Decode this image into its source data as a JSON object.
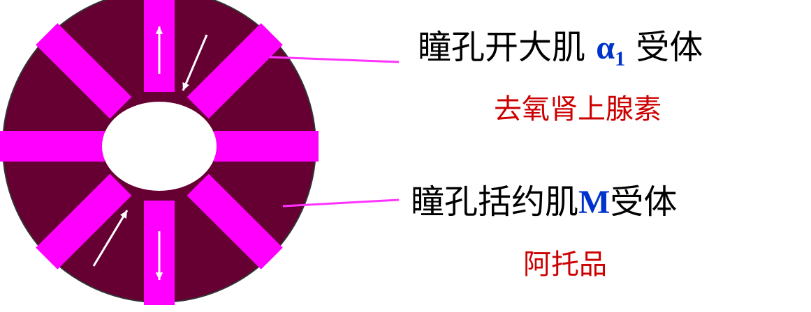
{
  "colors": {
    "muscle_ring": "#660033",
    "dilator_band": "#ff00ff",
    "pupil": "#ffffff",
    "arrow": "#ffffff",
    "leader_line": "#ff33ff",
    "label_text": "#000000",
    "receptor_accent": "#0033cc",
    "drug_text": "#cc0000"
  },
  "icons": {
    "outward_arrow": "arrow-icon",
    "inward_arrow": "arrow-icon"
  },
  "dilator": {
    "prefix": "瞳孔开大肌",
    "receptor_symbol": "α",
    "receptor_subscript": "1",
    "suffix": "受体",
    "drug": "去氧肾上腺素"
  },
  "sphincter": {
    "prefix": "瞳孔括约肌",
    "receptor_symbol": "M",
    "suffix": "受体",
    "drug": "阿托品"
  }
}
